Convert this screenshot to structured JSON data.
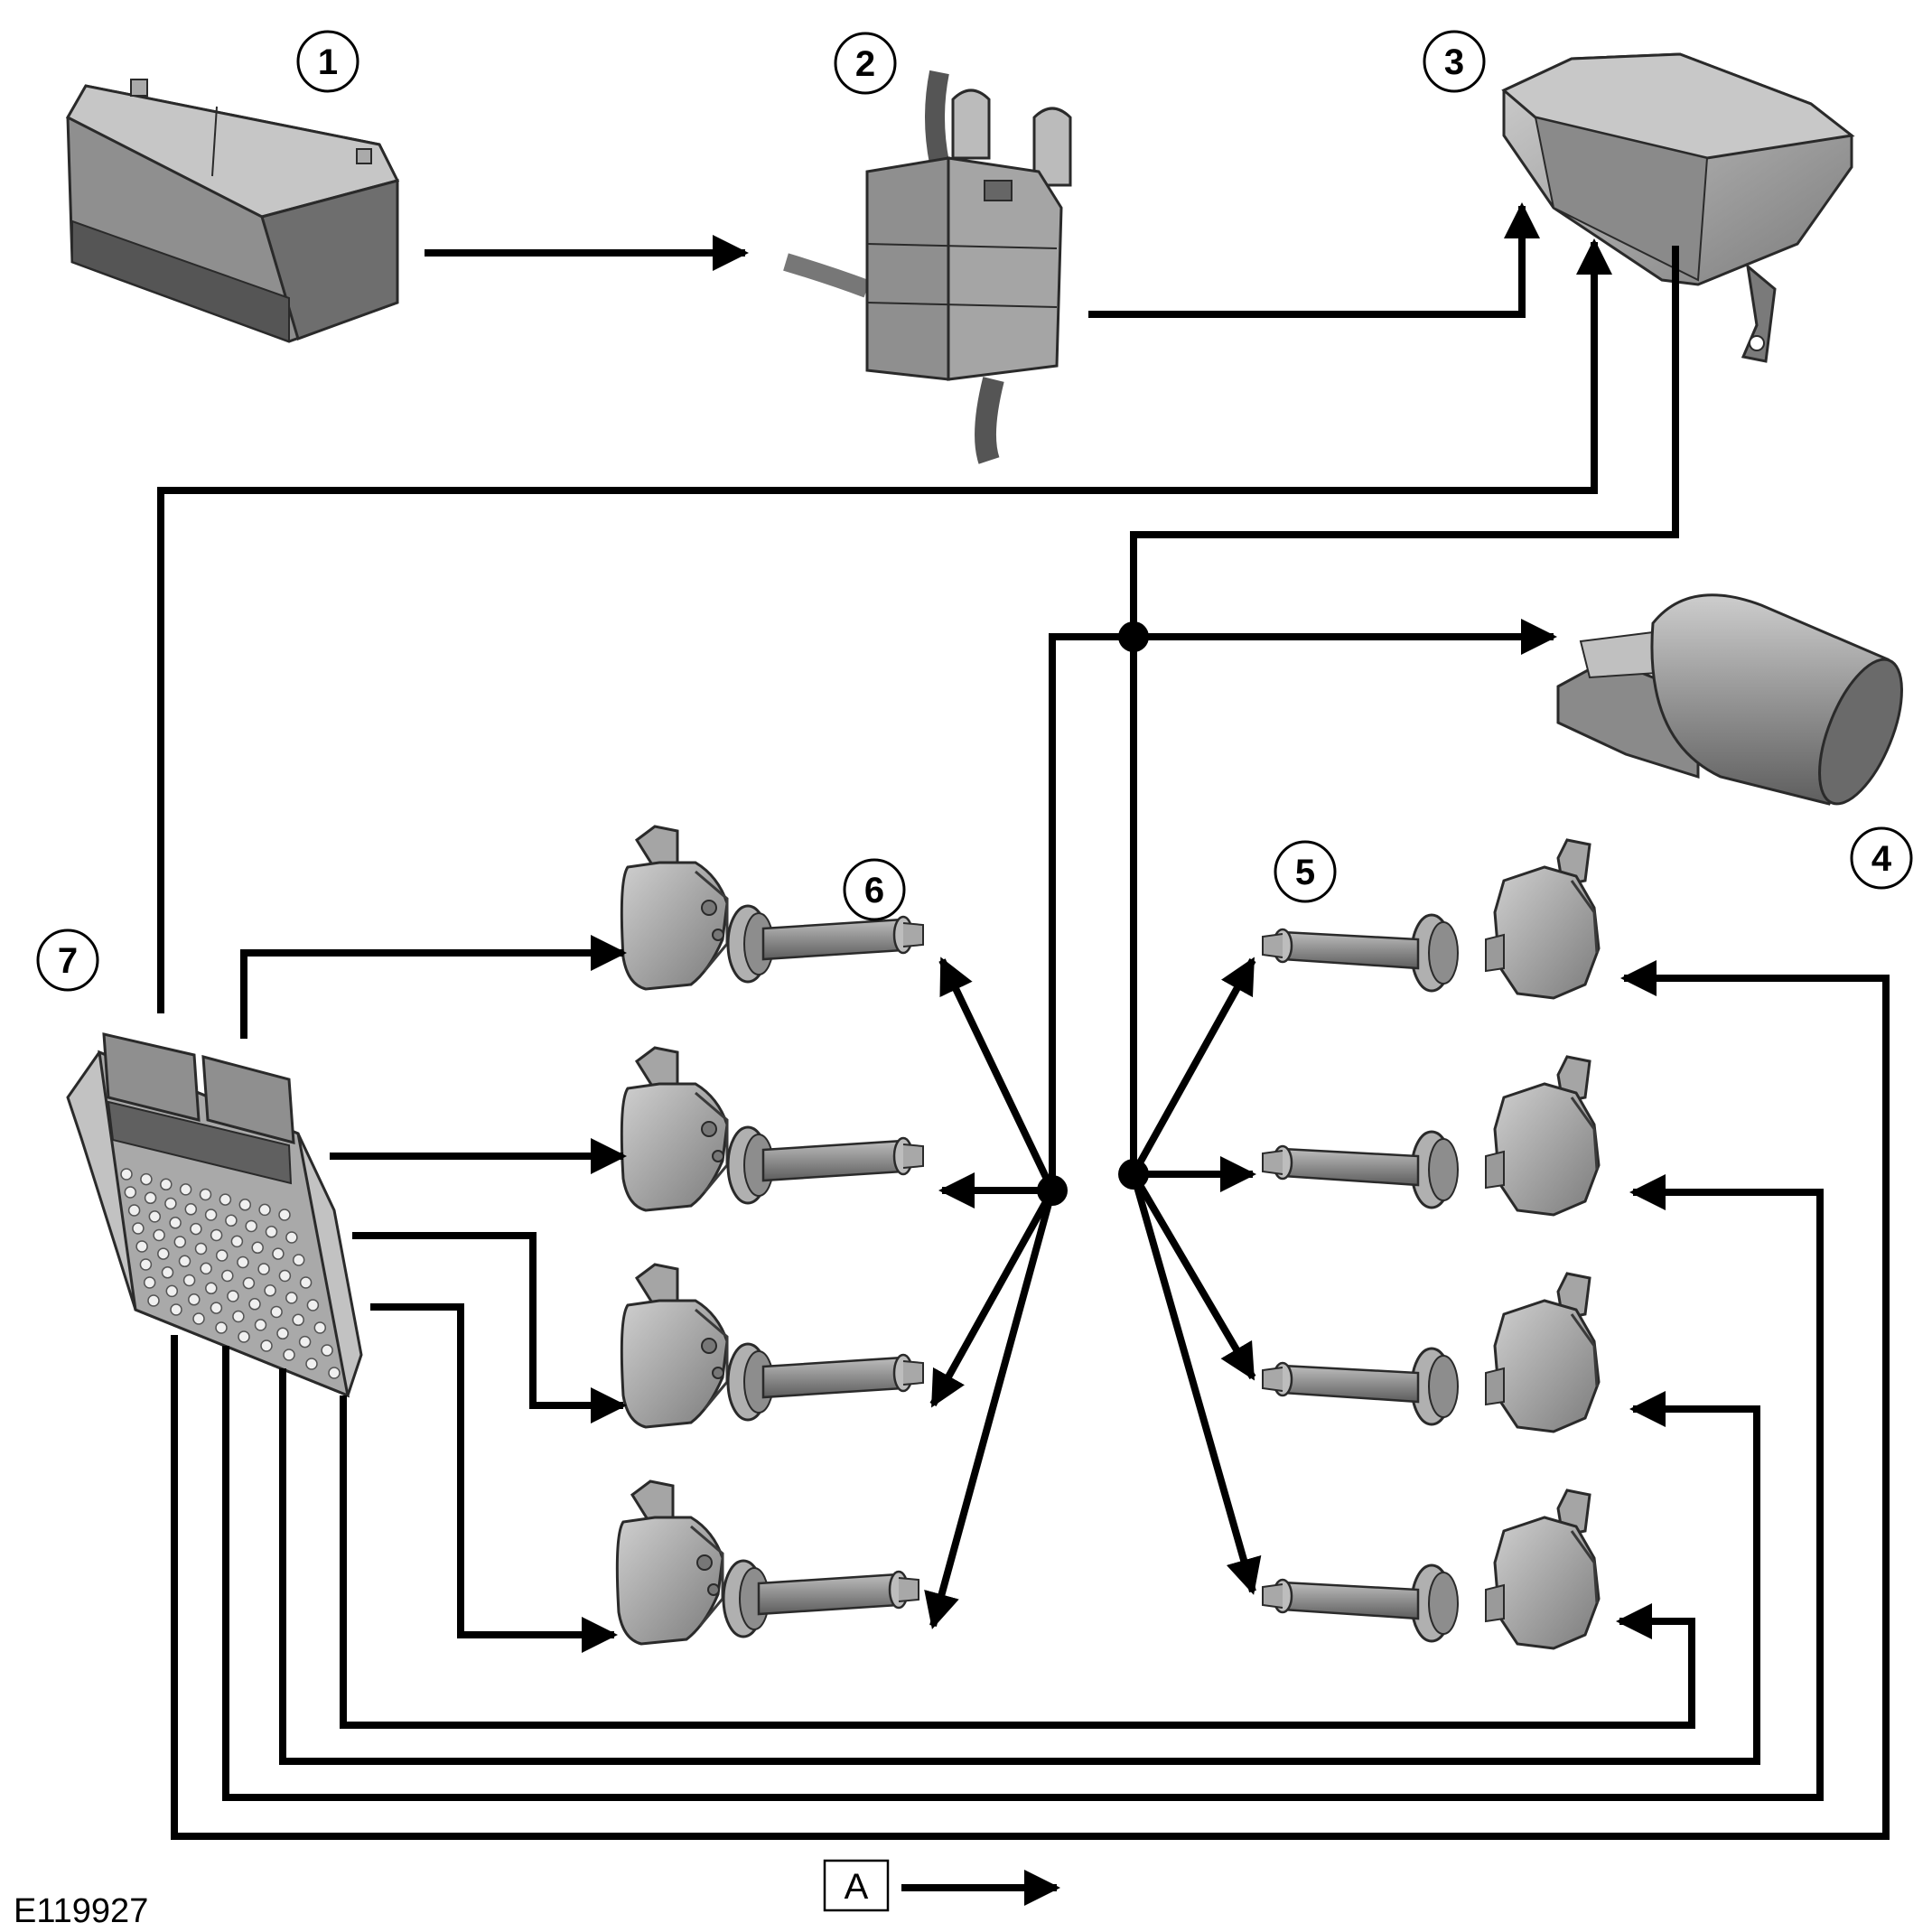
{
  "diagram": {
    "reference_code": "E119927",
    "key_label": "A",
    "callouts": [
      "1",
      "2",
      "3",
      "4",
      "5",
      "6",
      "7"
    ]
  },
  "colors": {
    "wire": "#000000",
    "component_fill": "#9a9a9a",
    "component_light": "#c8c8c8",
    "component_dark": "#6a6a6a",
    "component_edge": "#2a2a2a"
  },
  "components": {
    "c1": "battery-icon",
    "c2": "battery-junction-box-icon",
    "c3": "engine-junction-box-icon",
    "c4": "suppression-capacitor-icon",
    "c5": "ignition-coil-icon",
    "c6": "ignition-coil-icon",
    "c7": "engine-control-module-icon"
  }
}
